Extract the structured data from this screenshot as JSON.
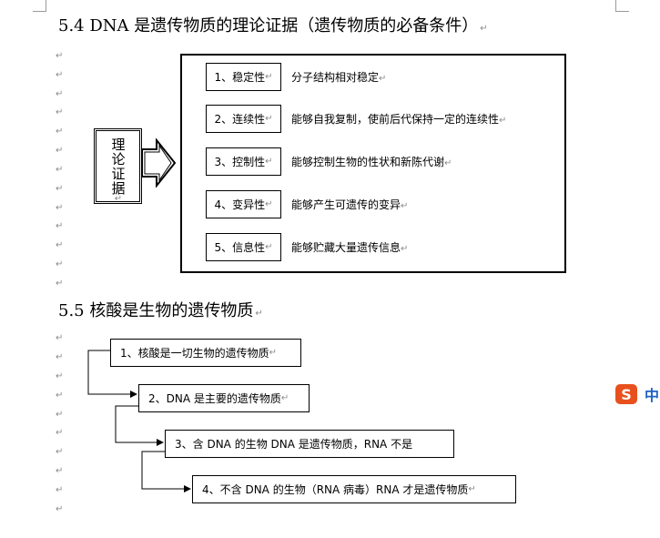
{
  "section_54": {
    "title": "5.4 DNA 是遗传物质的理论证据（遗传物质的必备条件）",
    "proof_label": "理论证据",
    "conditions": [
      {
        "label": "1、稳定性",
        "desc": "分子结构相对稳定"
      },
      {
        "label": "2、连续性",
        "desc": "能够自我复制，使前后代保持一定的连续性"
      },
      {
        "label": "3、控制性",
        "desc": "能够控制生物的性状和新陈代谢"
      },
      {
        "label": "4、变异性",
        "desc": "能够产生可遗传的变异"
      },
      {
        "label": "5、信息性",
        "desc": "能够贮藏大量遗传信息"
      }
    ]
  },
  "section_55": {
    "title": "5.5 核酸是生物的遗传物质",
    "steps": [
      "1、核酸是一切生物的遗传物质",
      "2、DNA 是主要的遗传物质",
      "3、含 DNA 的生物 DNA 是遗传物质，RNA 不是",
      "4、不含 DNA 的生物（RNA 病毒）RNA 才是遗传物质"
    ]
  },
  "paragraph_mark": "↵",
  "ime_badge": {
    "logo": "S",
    "text": "中"
  }
}
